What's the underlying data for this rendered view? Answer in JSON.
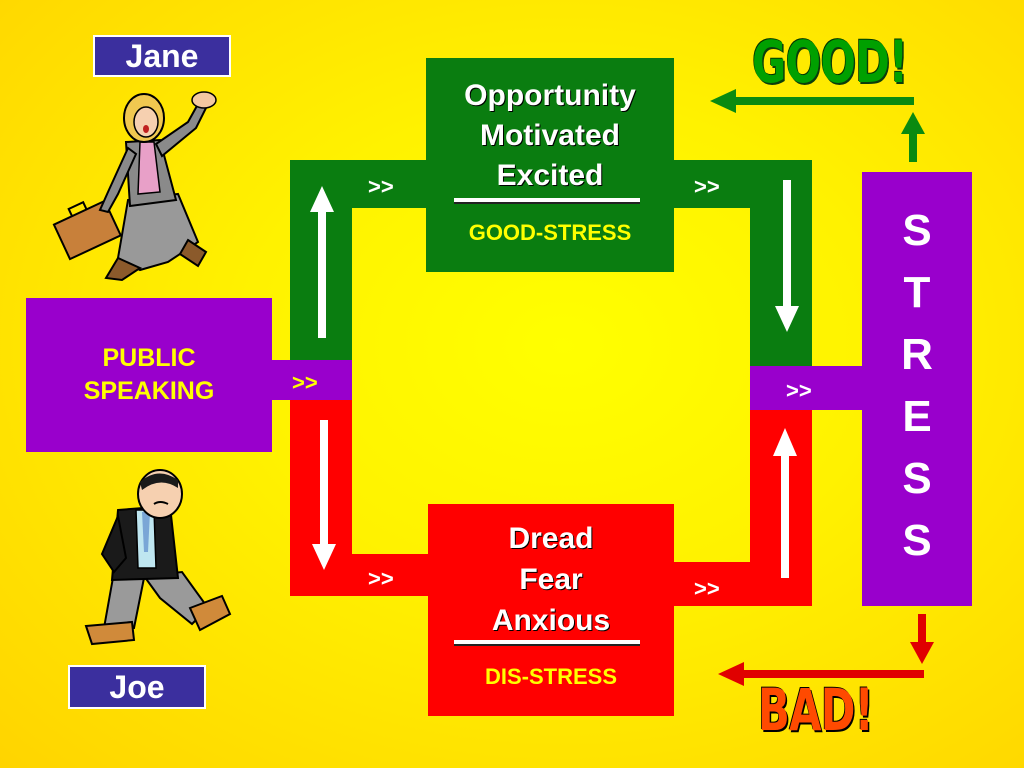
{
  "people": {
    "jane_name": "Jane",
    "joe_name": "Joe"
  },
  "source": {
    "label_line1": "PUBLIC",
    "label_line2": "SPEAKING"
  },
  "good_box": {
    "line1": "Opportunity",
    "line2": "Motivated",
    "line3": "Excited",
    "sublabel": "GOOD-STRESS"
  },
  "bad_box": {
    "line1": "Dread",
    "line2": "Fear",
    "line3": "Anxious",
    "sublabel": "DIS-STRESS"
  },
  "stress_letters": [
    "S",
    "T",
    "R",
    "E",
    "S",
    "S"
  ],
  "outcomes": {
    "good": "GOOD!",
    "bad": "BAD!"
  },
  "flow_marker": ">>",
  "colors": {
    "good_path": "#0a7d10",
    "bad_path": "#ff0000",
    "stress_box": "#9900cc",
    "name_box": "#3b2f9e",
    "background": "#ffe600"
  }
}
